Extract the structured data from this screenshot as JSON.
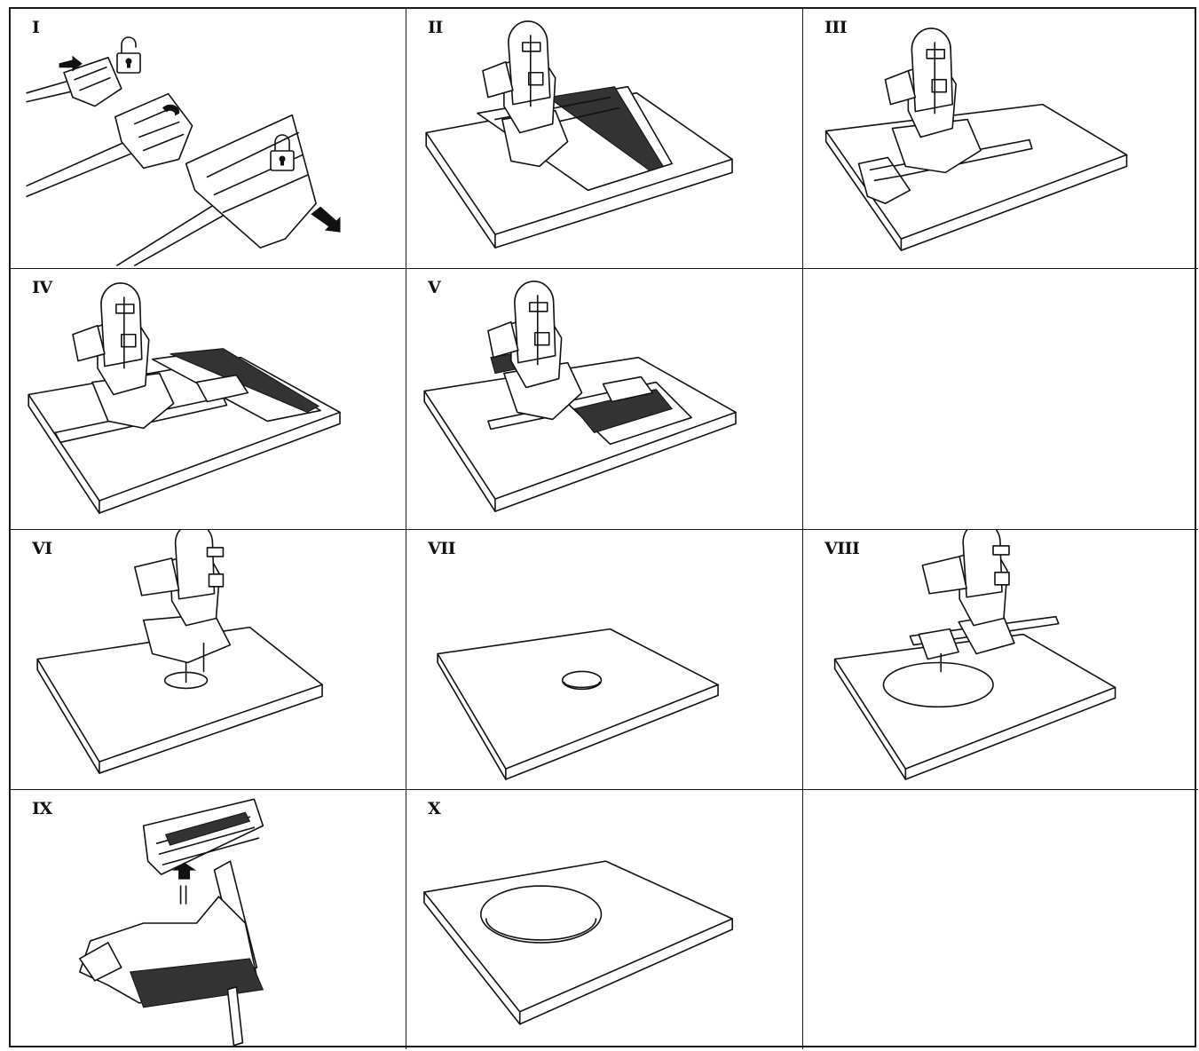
{
  "steps": [
    {
      "label": "I"
    },
    {
      "label": "II"
    },
    {
      "label": "III"
    },
    {
      "label": "IV"
    },
    {
      "label": "V"
    },
    {
      "label": ""
    },
    {
      "label": "VI"
    },
    {
      "label": "VII"
    },
    {
      "label": "VIII"
    },
    {
      "label": "IX"
    },
    {
      "label": "X"
    },
    {
      "label": ""
    }
  ],
  "icons": {
    "unlocked": "unlocked-padlock-icon",
    "locked": "locked-padlock-icon",
    "push_arrow": "push-arrow-icon"
  },
  "colors": {
    "line": "#111111",
    "background": "#ffffff"
  }
}
